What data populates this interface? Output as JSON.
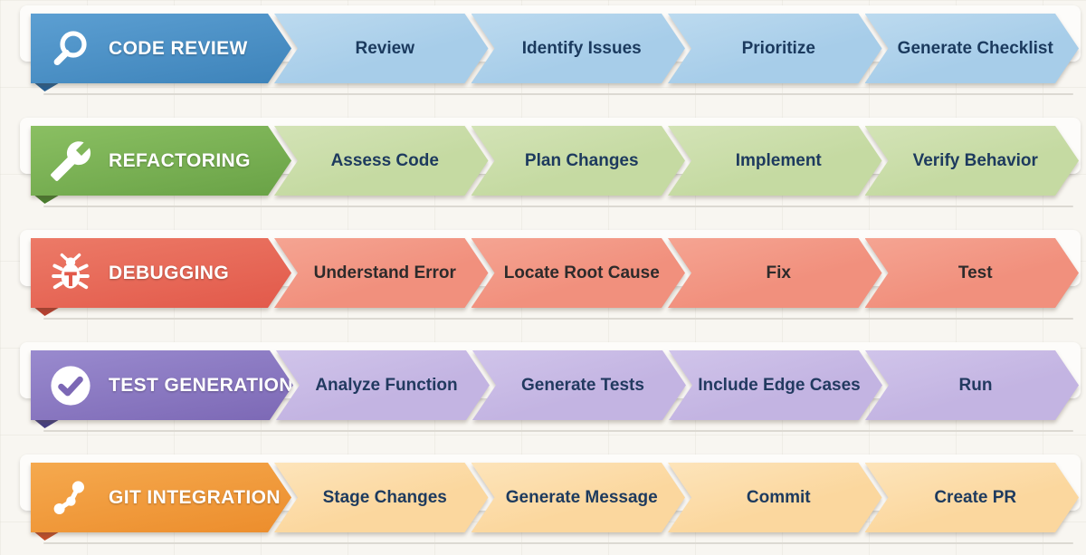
{
  "rows": [
    {
      "label": "CODE REVIEW",
      "icon": "magnifier-icon",
      "steps": [
        "Review",
        "Identify Issues",
        "Prioritize",
        "Generate Checklist"
      ],
      "colors": {
        "hdr1": "#5c9fd2",
        "hdr2": "#3d83ba",
        "seg": "#a7cde9",
        "seg2": "#bcdaef",
        "txt": "#1b3a5e",
        "fold": "#275e8f"
      }
    },
    {
      "label": "REFACTORING",
      "icon": "wrench-icon",
      "steps": [
        "Assess Code",
        "Plan Changes",
        "Implement",
        "Verify Behavior"
      ],
      "colors": {
        "hdr1": "#8abf62",
        "hdr2": "#69a246",
        "seg": "#c5daa2",
        "seg2": "#d3e3b6",
        "txt": "#1d3a5e",
        "fold": "#4a7d2e"
      }
    },
    {
      "label": "DEBUGGING",
      "icon": "bug-icon",
      "steps": [
        "Understand Error",
        "Locate Root Cause",
        "Fix",
        "Test"
      ],
      "colors": {
        "hdr1": "#ec7a67",
        "hdr2": "#e2594a",
        "seg": "#f1907d",
        "seg2": "#f5a492",
        "txt": "#2d2b2b",
        "fold": "#b8402f"
      }
    },
    {
      "label": "TEST GENERATION",
      "icon": "checkmark-icon",
      "steps": [
        "Analyze Function",
        "Generate Tests",
        "Include Edge Cases",
        "Run"
      ],
      "colors": {
        "hdr1": "#998ace",
        "hdr2": "#7c68b5",
        "seg": "#c3b4e2",
        "seg2": "#d0c4ea",
        "txt": "#223a60",
        "fold": "#463f82"
      }
    },
    {
      "label": "GIT INTEGRATION",
      "icon": "git-branch-icon",
      "steps": [
        "Stage Changes",
        "Generate Message",
        "Commit",
        "Create PR"
      ],
      "colors": {
        "hdr1": "#f5a94e",
        "hdr2": "#ec8d2c",
        "seg": "#fbd79e",
        "seg2": "#fde4ba",
        "txt": "#1d3a5e",
        "fold": "#c14e2a"
      }
    }
  ]
}
